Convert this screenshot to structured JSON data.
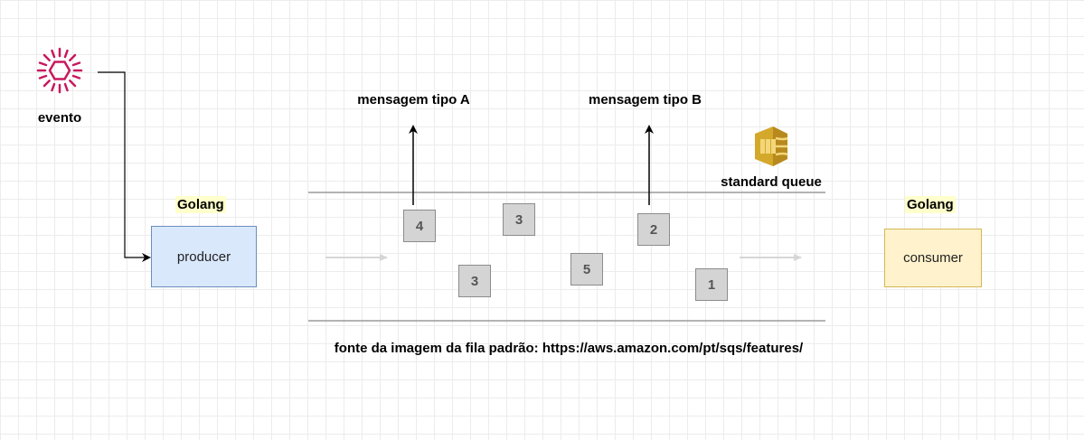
{
  "event": {
    "label": "evento",
    "icon": "event-burst-icon"
  },
  "producer": {
    "tech_label": "Golang",
    "label": "producer"
  },
  "consumer": {
    "tech_label": "Golang",
    "label": "consumer"
  },
  "queue": {
    "label": "standard queue",
    "icon": "sqs-queue-icon"
  },
  "message_labels": {
    "type_a": "mensagem tipo A",
    "type_b": "mensagem tipo B"
  },
  "messages": [
    "4",
    "3",
    "3",
    "5",
    "2",
    "1"
  ],
  "caption": "fonte da imagem da fila padrão: https://aws.amazon.com/pt/sqs/features/",
  "colors": {
    "event_icon": "#c7195e",
    "producer_fill": "#dae8fc",
    "producer_stroke": "#6c8ebf",
    "consumer_fill": "#fff2cc",
    "consumer_stroke": "#d6b656",
    "queue_icon": "#d4a82a",
    "highlight": "#ffffcc"
  }
}
